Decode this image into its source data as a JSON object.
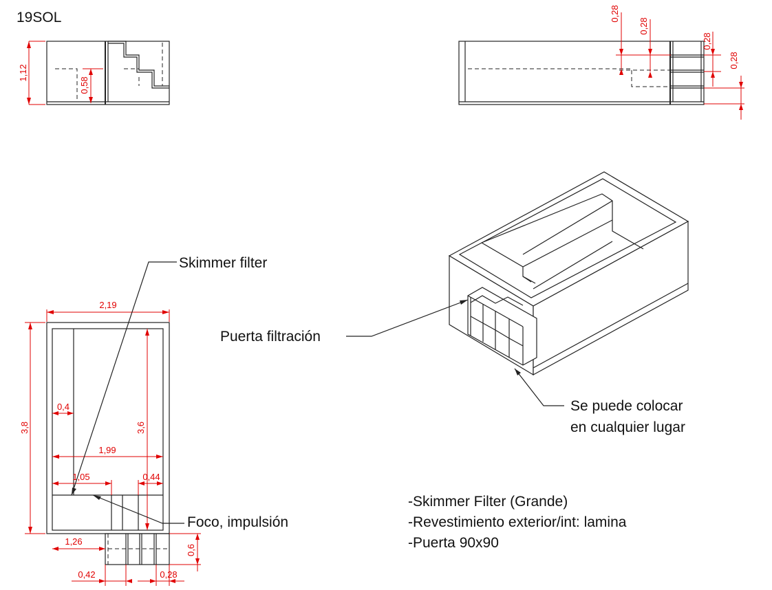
{
  "drawing": {
    "title": "19SOL",
    "colors": {
      "lines": "#222222",
      "dimensions": "#e00000",
      "background": "#ffffff"
    },
    "front_view": {
      "dims": {
        "height": "1,12",
        "step": "0,58"
      }
    },
    "side_view": {
      "dims": {
        "d1": "0,28",
        "d2": "0,28",
        "d3": "0,28",
        "d4": "0,28"
      }
    },
    "plan_view": {
      "dims": {
        "width": "2,19",
        "length": "3,8",
        "inner_length": "3,6",
        "d_04": "0,4",
        "inner_width": "1,99",
        "d_105": "1,05",
        "d_044": "0,44",
        "d_126": "1,26",
        "d_06": "0,6",
        "d_042": "0,42",
        "d_028": "0,28"
      }
    },
    "labels": {
      "skimmer": "Skimmer filter",
      "puerta": "Puerta filtración",
      "foco": "Foco, impulsión",
      "colocar_1": "Se puede colocar",
      "colocar_2": "en cualquier lugar"
    },
    "notes": [
      "-Skimmer Filter (Grande)",
      "-Revestimiento exterior/int: lamina",
      "-Puerta 90x90"
    ]
  }
}
